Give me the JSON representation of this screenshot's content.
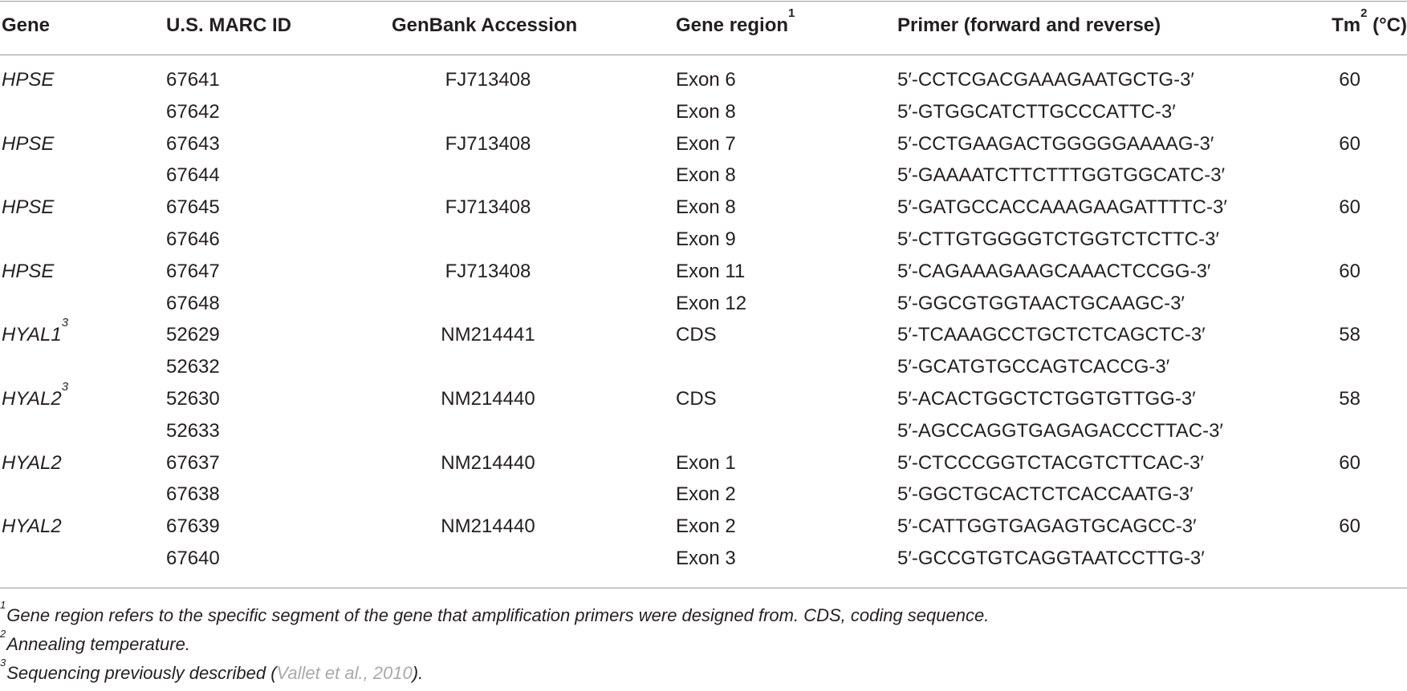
{
  "table": {
    "headers": {
      "gene": "Gene",
      "marc": "U.S. MARC ID",
      "genbank": "GenBank Accession",
      "region": "Gene region",
      "region_sup": "1",
      "primer": "Primer (forward and reverse)",
      "tm": "Tm",
      "tm_sup": "2",
      "tm_unit": "(°C)"
    },
    "rows": [
      {
        "gene": "HPSE",
        "gene_sup": "",
        "marc": "67641",
        "genbank": "FJ713408",
        "region": "Exon 6",
        "primer": "5′-CCTCGACGAAAGAATGCTG-3′",
        "tm": "60"
      },
      {
        "gene": "",
        "gene_sup": "",
        "marc": "67642",
        "genbank": "",
        "region": "Exon 8",
        "primer": "5′-GTGGCATCTTGCCCATTC-3′",
        "tm": ""
      },
      {
        "gene": "HPSE",
        "gene_sup": "",
        "marc": "67643",
        "genbank": "FJ713408",
        "region": "Exon 7",
        "primer": "5′-CCTGAAGACTGGGGGAAAAG-3′",
        "tm": "60"
      },
      {
        "gene": "",
        "gene_sup": "",
        "marc": "67644",
        "genbank": "",
        "region": "Exon 8",
        "primer": "5′-GAAAATCTTCTTTGGTGGCATC-3′",
        "tm": ""
      },
      {
        "gene": "HPSE",
        "gene_sup": "",
        "marc": "67645",
        "genbank": "FJ713408",
        "region": "Exon 8",
        "primer": "5′-GATGCCACCAAAGAAGATTTTC-3′",
        "tm": "60"
      },
      {
        "gene": "",
        "gene_sup": "",
        "marc": "67646",
        "genbank": "",
        "region": "Exon 9",
        "primer": "5′-CTTGTGGGGTCTGGTCTCTTC-3′",
        "tm": ""
      },
      {
        "gene": "HPSE",
        "gene_sup": "",
        "marc": "67647",
        "genbank": "FJ713408",
        "region": "Exon 11",
        "primer": "5′-CAGAAAGAAGCAAACTCCGG-3′",
        "tm": "60"
      },
      {
        "gene": "",
        "gene_sup": "",
        "marc": "67648",
        "genbank": "",
        "region": "Exon 12",
        "primer": "5′-GGCGTGGTAACTGCAAGC-3′",
        "tm": ""
      },
      {
        "gene": "HYAL1",
        "gene_sup": "3",
        "marc": "52629",
        "genbank": "NM214441",
        "region": "CDS",
        "primer": "5′-TCAAAGCCTGCTCTCAGCTC-3′",
        "tm": "58"
      },
      {
        "gene": "",
        "gene_sup": "",
        "marc": "52632",
        "genbank": "",
        "region": "",
        "primer": "5′-GCATGTGCCAGTCACCG-3′",
        "tm": ""
      },
      {
        "gene": "HYAL2",
        "gene_sup": "3",
        "marc": "52630",
        "genbank": "NM214440",
        "region": "CDS",
        "primer": "5′-ACACTGGCTCTGGTGTTGG-3′",
        "tm": "58"
      },
      {
        "gene": "",
        "gene_sup": "",
        "marc": "52633",
        "genbank": "",
        "region": "",
        "primer": "5′-AGCCAGGTGAGAGACCCTTAC-3′",
        "tm": ""
      },
      {
        "gene": "HYAL2",
        "gene_sup": "",
        "marc": "67637",
        "genbank": "NM214440",
        "region": "Exon 1",
        "primer": "5′-CTCCCGGTCTACGTCTTCAC-3′",
        "tm": "60"
      },
      {
        "gene": "",
        "gene_sup": "",
        "marc": "67638",
        "genbank": "",
        "region": "Exon 2",
        "primer": "5′-GGCTGCACTCTCACCAATG-3′",
        "tm": ""
      },
      {
        "gene": "HYAL2",
        "gene_sup": "",
        "marc": "67639",
        "genbank": "NM214440",
        "region": "Exon 2",
        "primer": "5′-CATTGGTGAGAGTGCAGCC-3′",
        "tm": "60"
      },
      {
        "gene": "",
        "gene_sup": "",
        "marc": "67640",
        "genbank": "",
        "region": "Exon 3",
        "primer": "5′-GCCGTGTCAGGTAATCCTTG-3′",
        "tm": ""
      }
    ]
  },
  "footnotes": {
    "fn1_sup": "1",
    "fn1_text": "Gene region refers to the specific segment of the gene that amplification primers were designed from. CDS, coding sequence.",
    "fn2_sup": "2",
    "fn2_text": "Annealing temperature.",
    "fn3_sup": "3",
    "fn3_text_before": "Sequencing previously described (",
    "fn3_link": "Vallet et al., 2010",
    "fn3_text_after": ")."
  },
  "colors": {
    "text": "#231f20",
    "rule": "#9a9a9a",
    "link": "#a7a9ac"
  }
}
